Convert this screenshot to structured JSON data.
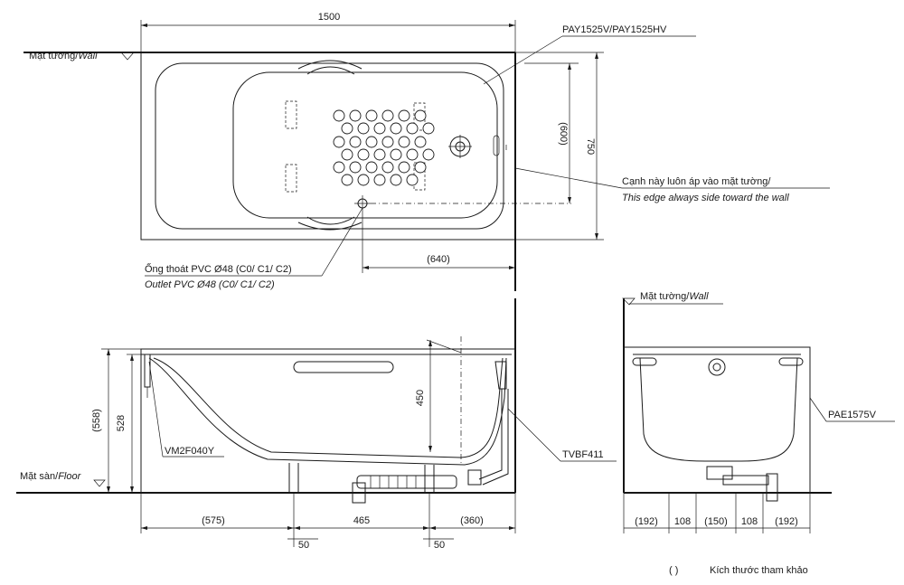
{
  "top_view": {
    "width_dim": "1500",
    "depth_dim": "750",
    "inner_depth_dim": "(600)",
    "drain_offset_dim": "(640)",
    "wall_label": "Mặt tường/",
    "wall_label_en": "Wall",
    "model_label": "PAY1525V/PAY1525HV",
    "edge_note_vi": "Cạnh này luôn áp vào mặt tường/",
    "edge_note_en": "This edge always side toward the wall",
    "outlet_vi": "Ống thoát PVC Ø48 (C0/ C1/ C2)",
    "outlet_en": "Outlet PVC Ø48 (C0/ C1/ C2)"
  },
  "side_view": {
    "total_height_dim": "(558)",
    "rim_height_dim": "528",
    "inner_depth_dim": "450",
    "floor_label": "Mặt sàn/",
    "floor_label_en": "Floor",
    "leg_label": "VM2F040Y",
    "drain_label": "TVBF411",
    "dim_left": "(575)",
    "dim_mid": "465",
    "dim_right": "(360)",
    "dim_leg_left": "50",
    "dim_leg_right": "50"
  },
  "end_view": {
    "wall_label": "Mặt tường/",
    "wall_label_en": "Wall",
    "panel_label": "PAE1575V",
    "dims": [
      "(192)",
      "108",
      "(150)",
      "108",
      "(192)"
    ]
  },
  "footnote": {
    "bracket": "(      )",
    "text": "Kích thước tham khảo"
  }
}
